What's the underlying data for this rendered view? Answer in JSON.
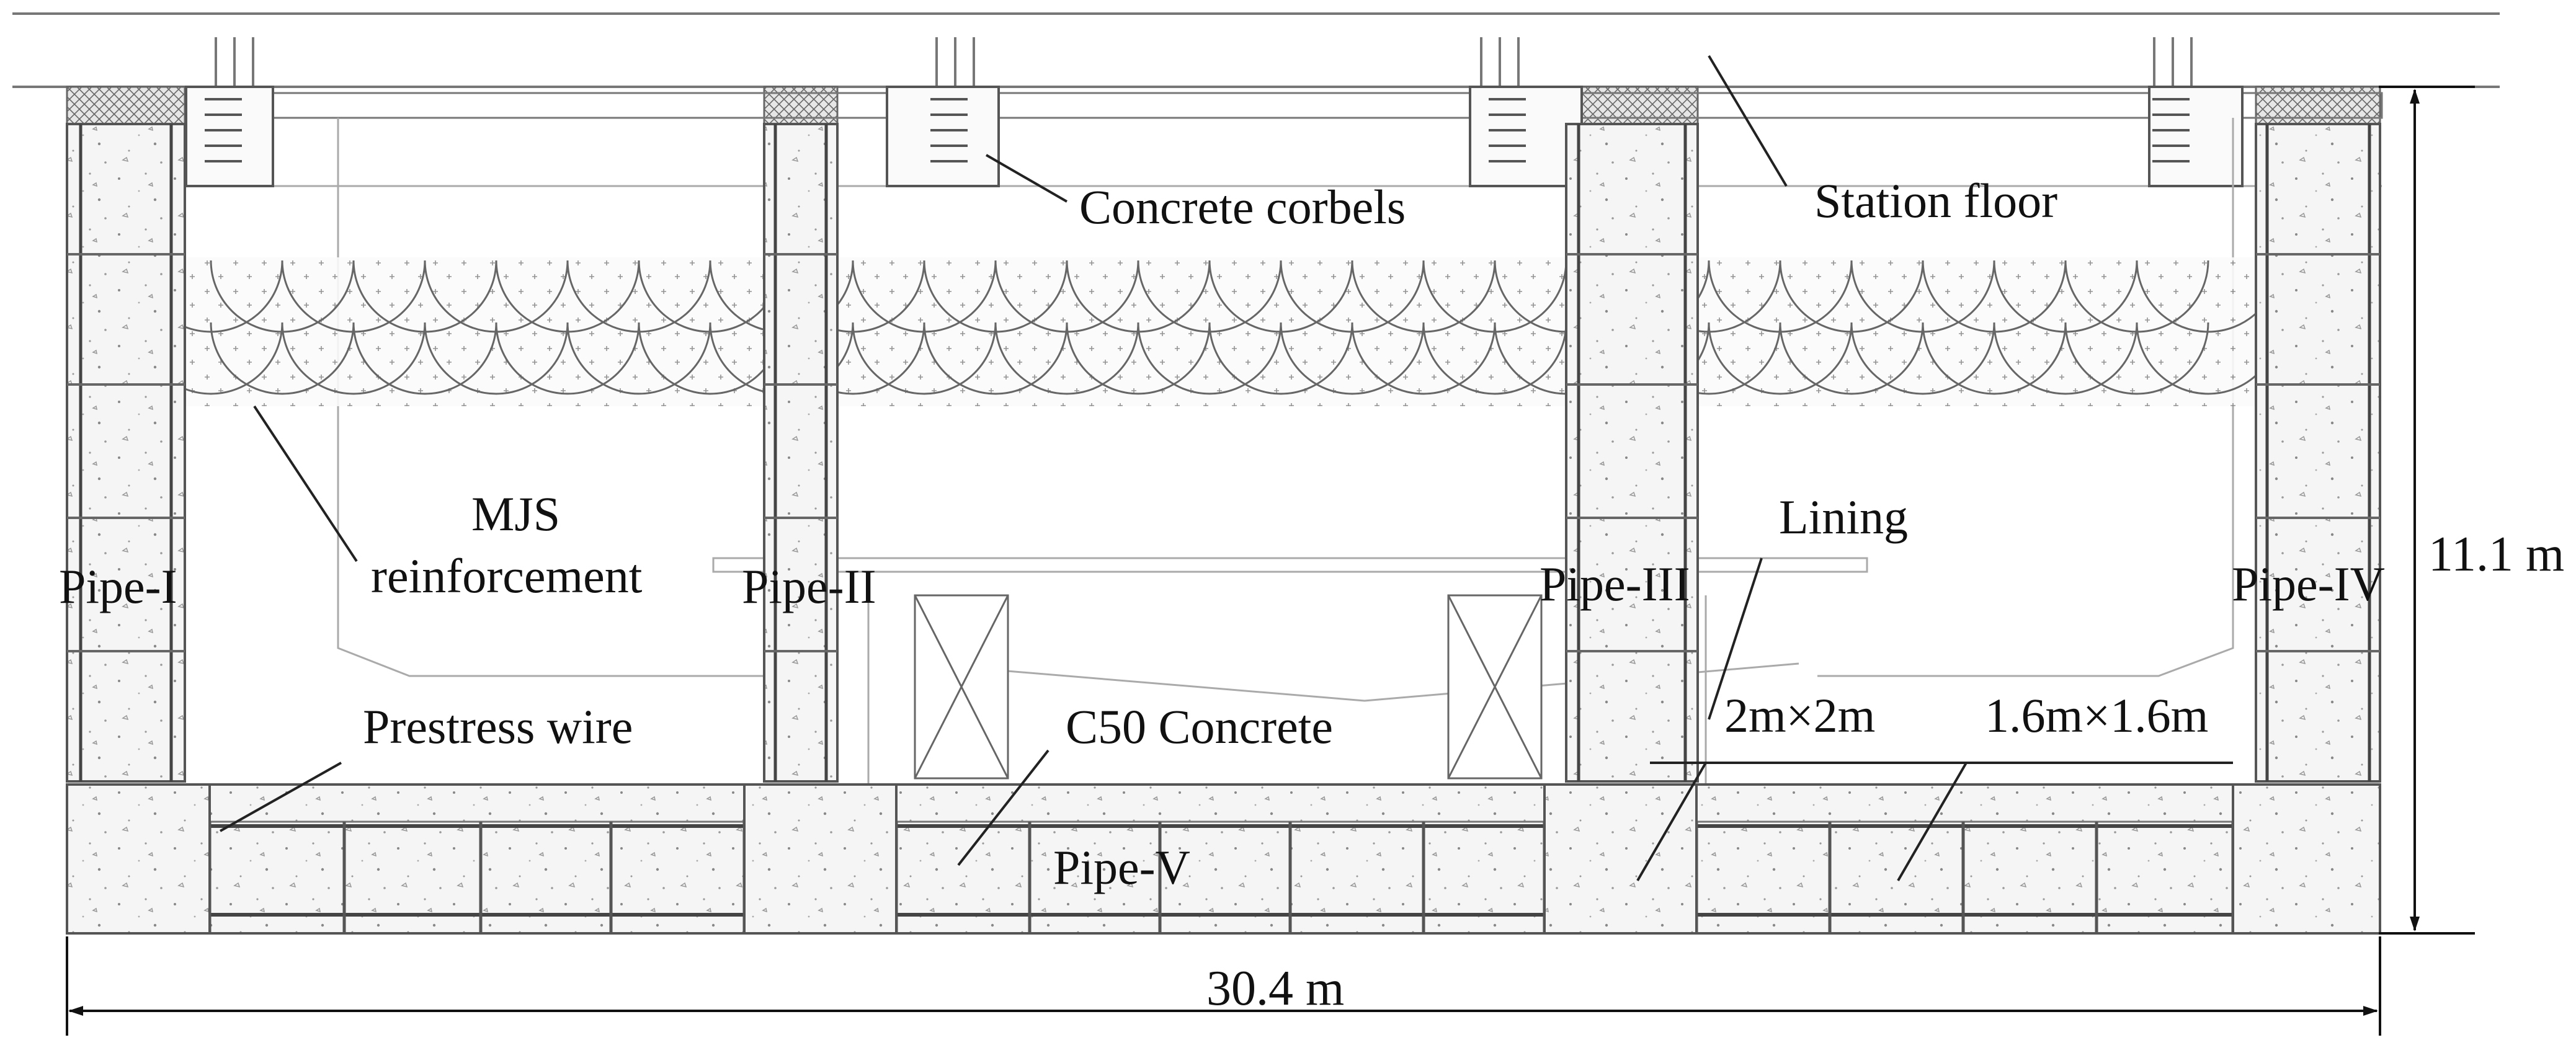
{
  "labels": {
    "concrete_corbels": "Concrete corbels",
    "station_floor": "Station floor",
    "mjs_line1": "MJS",
    "mjs_line2": "reinforcement",
    "lining": "Lining",
    "pipe_1": "Pipe-I",
    "pipe_2": "Pipe-II",
    "pipe_3": "Pipe-III",
    "pipe_4": "Pipe-IV",
    "pipe_5": "Pipe-V",
    "prestress_wire": "Prestress wire",
    "c50_concrete": "C50 Concrete",
    "size_2m": "2m×2m",
    "size_1_6m": "1.6m×1.6m"
  },
  "dimensions": {
    "height": "11.1 m",
    "width": "30.4 m"
  },
  "colors": {
    "line": "#4a4a4a",
    "light_line": "#8a8a8a",
    "concrete_fill": "#f4f4f4",
    "mjs_fill": "#f7f7f7",
    "hatch": "#666666"
  }
}
